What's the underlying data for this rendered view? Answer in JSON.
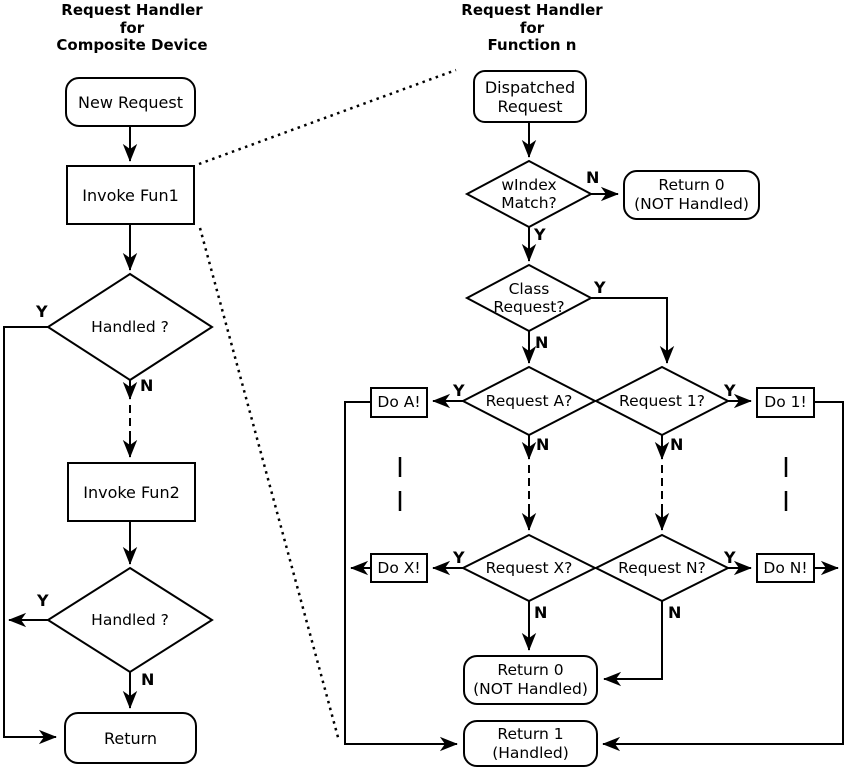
{
  "page": {
    "background": "#ffffff",
    "line_color": "#000000"
  },
  "left_chart": {
    "title": "Request Handler\nfor\nComposite Device",
    "nodes": {
      "new_request": "New Request",
      "invoke_fun1": "Invoke Fun1",
      "handled_1": "Handled ?",
      "invoke_fun2": "Invoke Fun2",
      "handled_2": "Handled ?",
      "return": "Return"
    },
    "branch_labels": {
      "handled1_y": "Y",
      "handled1_n": "N",
      "handled2_y": "Y",
      "handled2_n": "N"
    }
  },
  "right_chart": {
    "title": "Request Handler\nfor\nFunction n",
    "nodes": {
      "dispatched_request": "Dispatched\nRequest",
      "windex_match": "wIndex\nMatch?",
      "return0_top": "Return 0\n(NOT Handled)",
      "class_request": "Class\nRequest?",
      "request_a": "Request A?",
      "do_a": "Do A!",
      "request_x": "Request X?",
      "do_x": "Do X!",
      "request_1": "Request 1?",
      "do_1": "Do 1!",
      "request_n": "Request N?",
      "do_n": "Do N!",
      "return0_bottom": "Return 0\n(NOT Handled)",
      "return1": "Return 1\n(Handled)"
    },
    "branch_labels": {
      "windex_n": "N",
      "windex_y": "Y",
      "class_y": "Y",
      "class_n": "N",
      "request_a_y": "Y",
      "request_a_n": "N",
      "request_x_y": "Y",
      "request_x_n": "N",
      "request_1_y": "Y",
      "request_1_n": "N",
      "request_n_y": "Y",
      "request_n_n": "N"
    }
  }
}
